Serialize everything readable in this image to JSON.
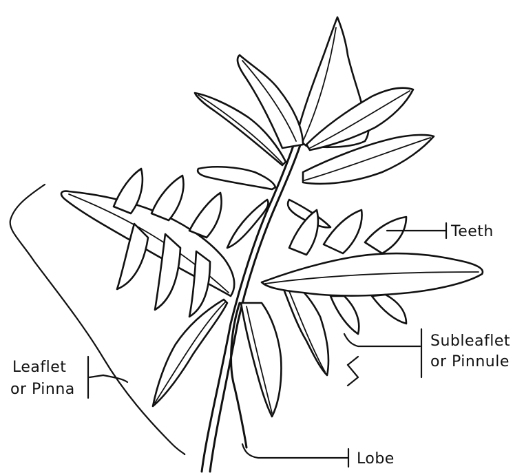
{
  "diagram": {
    "labels": {
      "teeth": "Teeth",
      "subleaflet_line1": "Subleaflet",
      "subleaflet_line2": "or Pinnule",
      "leaflet_line1": "Leaflet",
      "leaflet_line2": "or Pinna",
      "lobe": "Lobe"
    }
  }
}
